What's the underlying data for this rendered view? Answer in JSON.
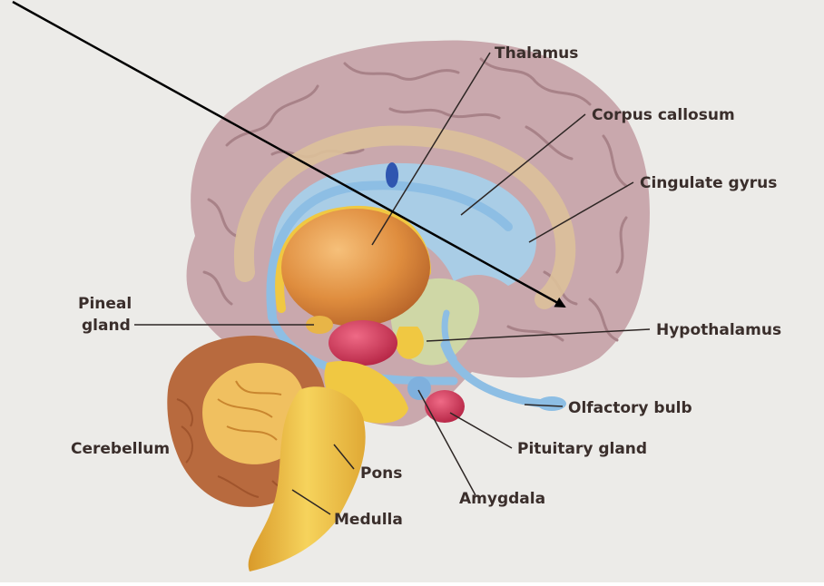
{
  "labels": {
    "thalamus": "Thalamus",
    "corpus_callosum": "Corpus callosum",
    "cingulate_gyrus": "Cingulate gyrus",
    "pineal_line1": "Pineal",
    "pineal_line2": "gland",
    "hypothalamus": "Hypothalamus",
    "olfactory_bulb": "Olfactory bulb",
    "cerebellum": "Cerebellum",
    "pituitary_gland": "Pituitary gland",
    "pons": "Pons",
    "amygdala": "Amygdala",
    "medulla": "Medulla"
  },
  "colors": {
    "background": "#ecebe8",
    "cortex": "#c9a8ad",
    "cortex_fold": "#a88288",
    "cingulate": "#dcc09a",
    "corpus_callosum": "#a9cde6",
    "fornix": "#8dbee4",
    "thalamus": "#d98a3d",
    "hypothalamus": "#cfd7a6",
    "amygdala": "#d23858",
    "yellow_structures": "#f0c842",
    "cerebellum": "#b86a3e",
    "cerebellum_core": "#f0c060",
    "brainstem": "#f2c44a",
    "text": "#3a2e2b",
    "leader": "#2d2624",
    "arrow": "#000000"
  }
}
